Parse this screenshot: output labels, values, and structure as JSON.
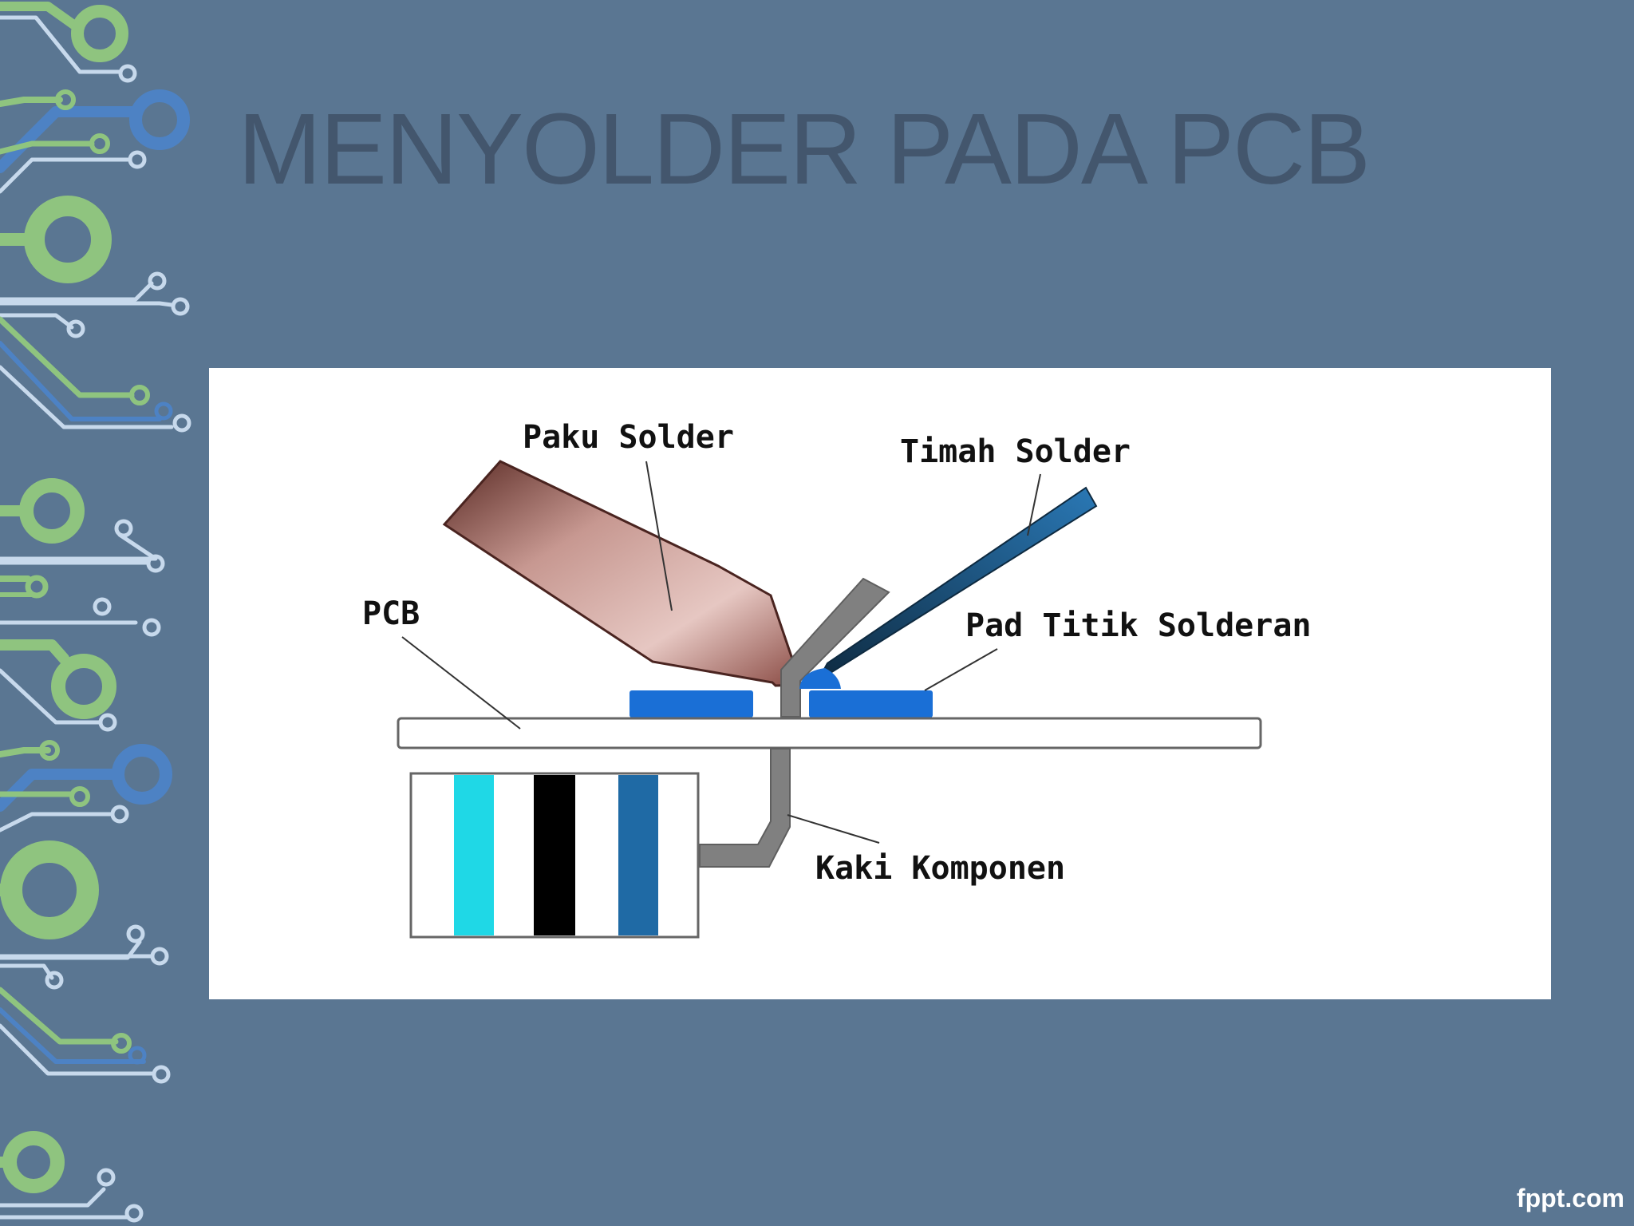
{
  "slide": {
    "title": "MENYOLDER PADA PCB",
    "watermark": "fppt.com"
  },
  "diagram": {
    "labels": {
      "soldering_iron": "Paku Solder",
      "solder_wire": "Timah Solder",
      "pcb": "PCB",
      "pad": "Pad Titik Solderan",
      "component_leg": "Kaki Komponen"
    }
  },
  "colors": {
    "background": "#5a7692",
    "title": "#43566d",
    "trace_green": "#8fc47f",
    "trace_blue": "#4d82c4",
    "trace_light": "#c7d9ec",
    "pad_blue": "#1a6fd6",
    "solder_wire": "#1c5d8e",
    "component_leg": "#808080",
    "resistor_band_cyan": "#1fd8e6",
    "resistor_band_black": "#000000",
    "resistor_band_blue": "#1f6aa5"
  }
}
